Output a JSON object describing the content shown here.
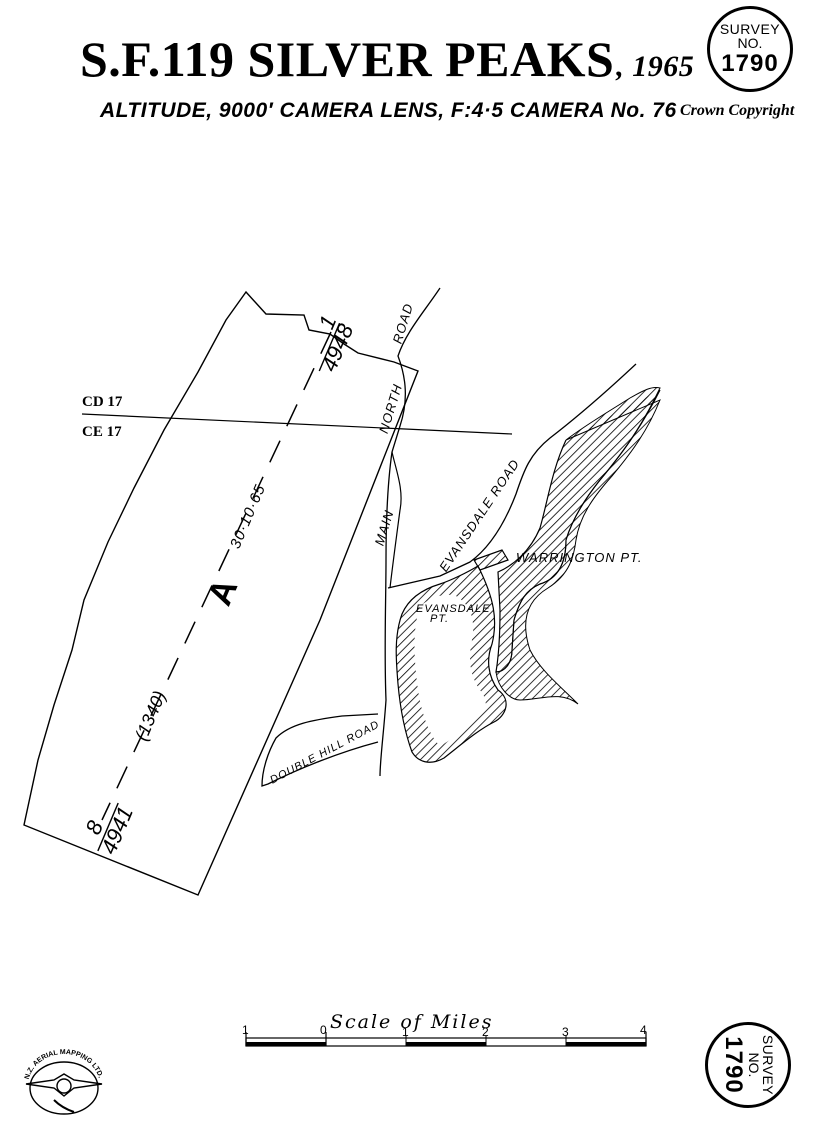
{
  "header": {
    "title": "S.F.119 SILVER PEAKS",
    "year": ", 1965",
    "subtitle": "ALTITUDE, 9000′  CAMERA LENS, F:4·5  CAMERA No. 76",
    "copyright": "Crown Copyright"
  },
  "seal": {
    "line1": "SURVEY",
    "line2": "NO.",
    "number": "1790"
  },
  "grid": {
    "north_label": "CD 17",
    "south_label": "CE 17"
  },
  "run": {
    "letter": "A",
    "date": "30·10·65",
    "first_frame": "4948",
    "first_run": "1",
    "last_frame": "4941",
    "last_run": "8",
    "count": "(1340)"
  },
  "places": {
    "main_north_road": [
      "MAIN",
      "NORTH",
      "ROAD"
    ],
    "evansdale_road": "EVANSDALE ROAD",
    "warrington": "WARRINGTON PT.",
    "evansdale_pt": [
      "EVANSDALE",
      "PT."
    ],
    "double_hill": "DOUBLE HILL ROAD"
  },
  "scale": {
    "title": "Scale of Miles",
    "ticks": [
      "1",
      "0",
      "1",
      "2",
      "3",
      "4"
    ]
  },
  "logo": {
    "text": "N.Z. AERIAL MAPPING LTD."
  },
  "colors": {
    "ink": "#000000",
    "paper": "#ffffff"
  }
}
